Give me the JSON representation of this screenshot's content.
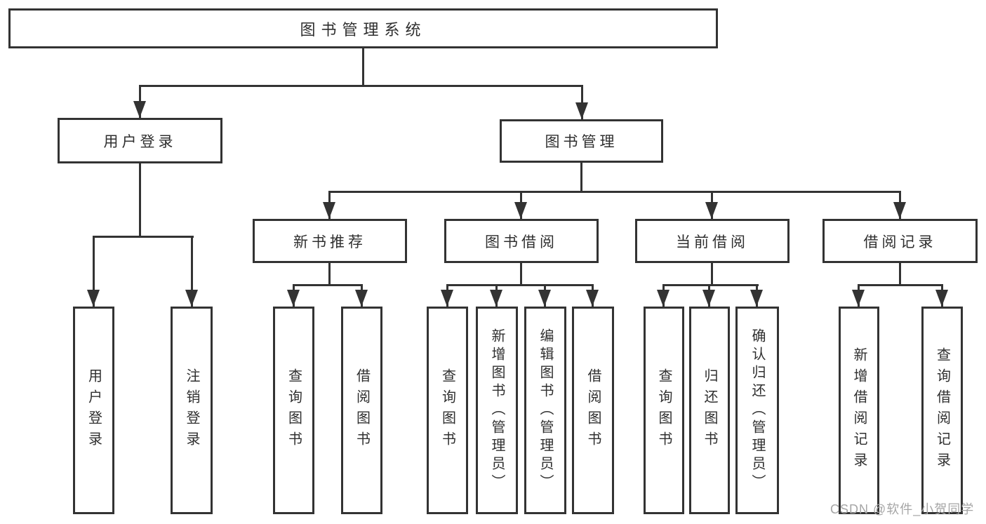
{
  "tree": {
    "root": {
      "label": "图书管理系统"
    },
    "branches": [
      {
        "label": "用户登录",
        "children": [
          {
            "label": "用户登录"
          },
          {
            "label": "注销登录"
          }
        ]
      },
      {
        "label": "图书管理",
        "groups": [
          {
            "label": "新书推荐",
            "children": [
              {
                "label": "查询图书"
              },
              {
                "label": "借阅图书"
              }
            ]
          },
          {
            "label": "图书借阅",
            "children": [
              {
                "label": "查询图书"
              },
              {
                "label": "新增图书（管理员）"
              },
              {
                "label": "编辑图书（管理员）"
              },
              {
                "label": "借阅图书"
              }
            ]
          },
          {
            "label": "当前借阅",
            "children": [
              {
                "label": "查询图书"
              },
              {
                "label": "归还图书"
              },
              {
                "label": "确认归还（管理员）"
              }
            ]
          },
          {
            "label": "借阅记录",
            "children": [
              {
                "label": "新增借阅记录"
              },
              {
                "label": "查询借阅记录"
              }
            ]
          }
        ]
      }
    ]
  },
  "colors": {
    "line": "#333333",
    "text": "#2f2f2f",
    "background": "#ffffff",
    "watermark": "#a6a6a6"
  },
  "watermark": {
    "text": "CSDN @软件_小贺同学"
  }
}
